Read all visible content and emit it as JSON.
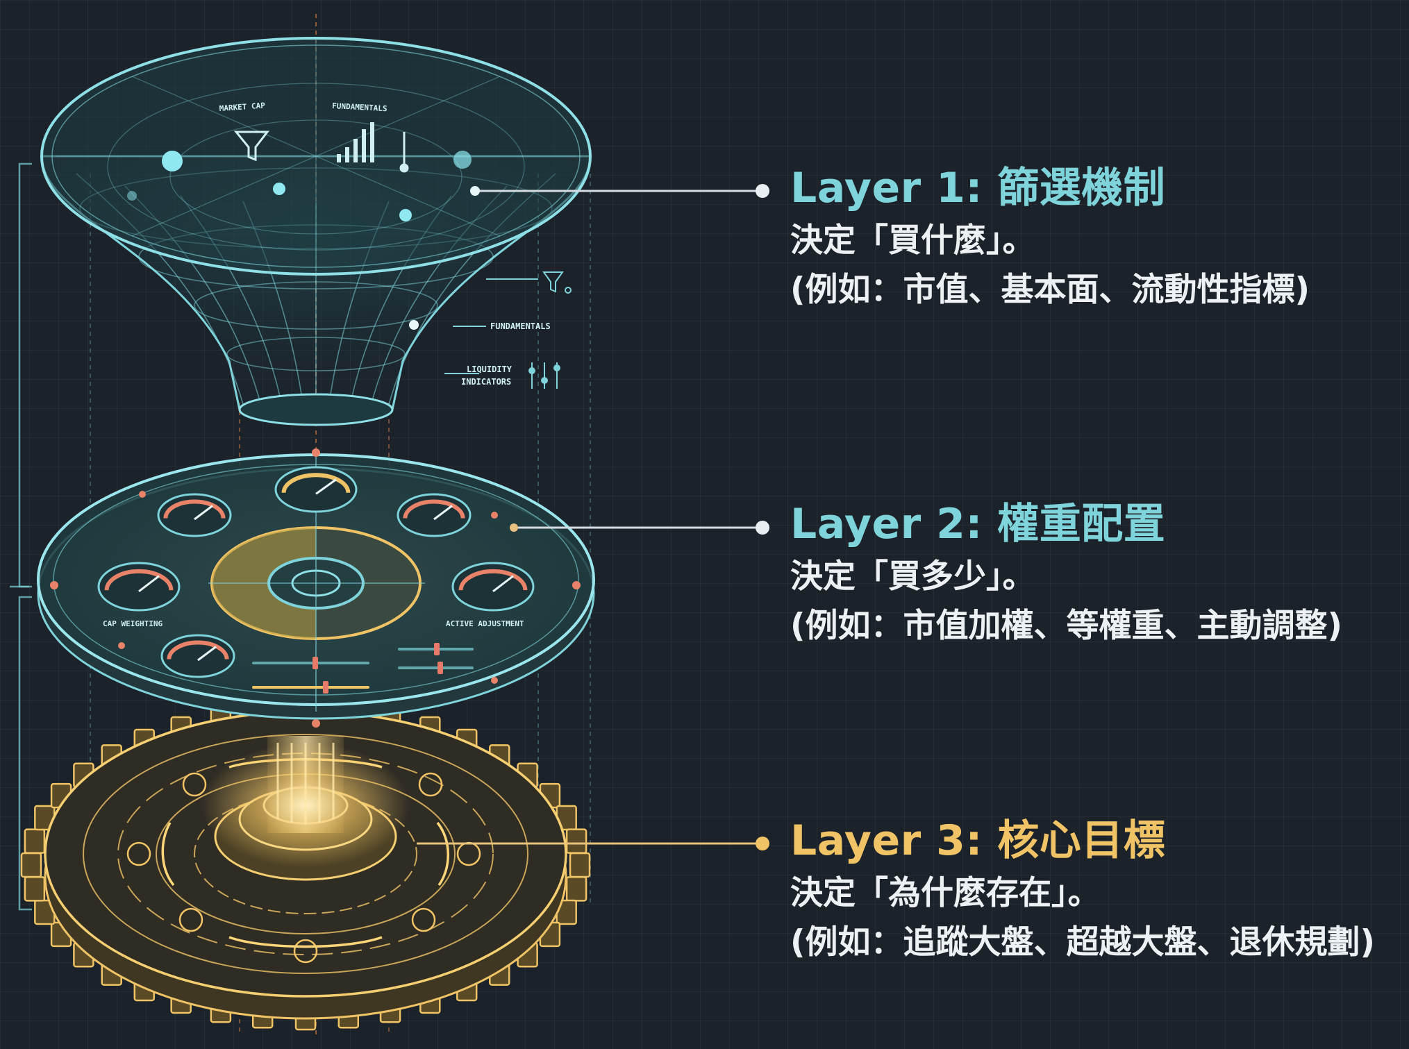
{
  "colors": {
    "background": "#1c222a",
    "cyan": "#7fd3da",
    "gold": "#f0c466",
    "text": "#eef1f4",
    "accent_orange": "#e88a4a"
  },
  "layers": [
    {
      "title": "Layer 1: 篩選機制",
      "line1": "決定「買什麼」。",
      "line2": "(例如：市值、基本面、流動性指標)",
      "color": "#7fd3da"
    },
    {
      "title": "Layer 2: 權重配置",
      "line1": "決定「買多少」。",
      "line2": "(例如：市值加權、等權重、主動調整)",
      "color": "#7fd3da"
    },
    {
      "title": "Layer 3: 核心目標",
      "line1": "決定「為什麼存在」。",
      "line2": "(例如：追蹤大盤、超越大盤、退休規劃)",
      "color": "#f0c466"
    }
  ],
  "funnel_labels": {
    "market_cap": "MARKET CAP",
    "fundamentals_top": "FUNDAMENTALS",
    "fundamentals_side": "FUNDAMENTALS",
    "liquidity_1": "LIQUIDITY",
    "liquidity_2": "INDICATORS"
  },
  "disc_labels": {
    "left": "CAP WEIGHTING",
    "right": "ACTIVE ADJUSTMENT"
  },
  "icons": [
    "funnel-icon",
    "bar-chart-icon",
    "slider-icon",
    "gauge-icon",
    "gear-icon"
  ]
}
